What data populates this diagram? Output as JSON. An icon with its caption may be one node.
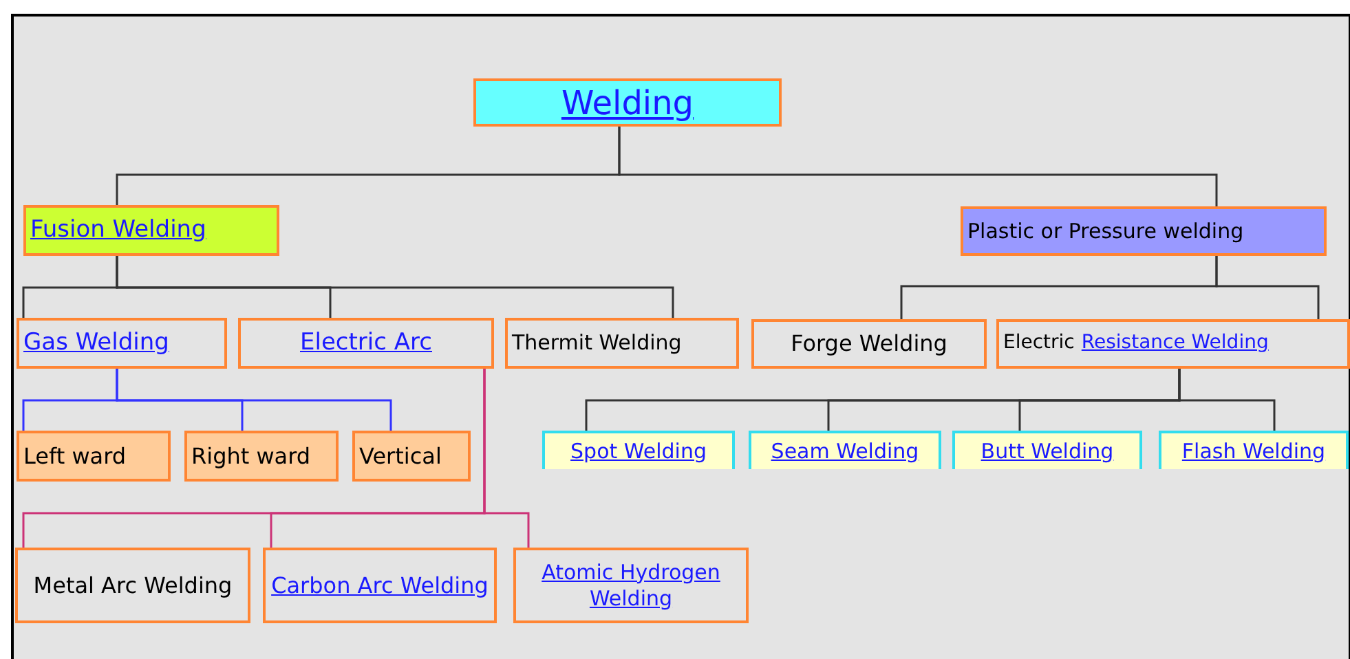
{
  "diagram": {
    "nodes": [
      {
        "text": [
          "Welding"
        ]
      },
      {
        "text": [
          "Fusion Welding"
        ]
      },
      {
        "text": [
          "Plastic or Pressure welding"
        ]
      },
      {
        "text": [
          "Gas Welding"
        ]
      },
      {
        "text": [
          "Electric Arc"
        ]
      },
      {
        "text": [
          "Thermit Welding"
        ]
      },
      {
        "text": [
          "Forge Welding"
        ]
      },
      {
        "text": [
          "Electric",
          "Resistance Welding"
        ]
      },
      {
        "text": [
          "Left ward"
        ]
      },
      {
        "text": [
          "Right ward"
        ]
      },
      {
        "text": [
          "Vertical"
        ]
      },
      {
        "text": [
          "Spot Welding"
        ]
      },
      {
        "text": [
          "Seam Welding"
        ]
      },
      {
        "text": [
          "Butt Welding"
        ]
      },
      {
        "text": [
          "Flash Welding"
        ]
      },
      {
        "text": [
          "Metal Arc Welding"
        ]
      },
      {
        "text": [
          "Carbon Arc Welding"
        ]
      },
      {
        "text": [
          "Atomic Hydrogen Welding"
        ]
      }
    ],
    "edges": [
      {
        "from": 0,
        "to": 1,
        "arrow": "none"
      },
      {
        "from": 0,
        "to": 2,
        "arrow": "none"
      },
      {
        "from": 1,
        "to": 3,
        "arrow": "none"
      },
      {
        "from": 1,
        "to": 4,
        "arrow": "none"
      },
      {
        "from": 1,
        "to": 5,
        "arrow": "none"
      },
      {
        "from": 2,
        "to": 6,
        "arrow": "none"
      },
      {
        "from": 2,
        "to": 7,
        "arrow": "none"
      },
      {
        "from": 3,
        "to": 8,
        "arrow": "none",
        "color": "#3333ff"
      },
      {
        "from": 3,
        "to": 9,
        "arrow": "none",
        "color": "#3333ff"
      },
      {
        "from": 3,
        "to": 10,
        "arrow": "none",
        "color": "#3333ff"
      },
      {
        "from": 7,
        "to": 11,
        "arrow": "none"
      },
      {
        "from": 7,
        "to": 12,
        "arrow": "none"
      },
      {
        "from": 7,
        "to": 13,
        "arrow": "none"
      },
      {
        "from": 7,
        "to": 14,
        "arrow": "none"
      },
      {
        "from": 4,
        "to": 15,
        "arrow": "none",
        "color": "#cc3377"
      },
      {
        "from": 4,
        "to": 16,
        "arrow": "none",
        "color": "#cc3377"
      },
      {
        "from": 4,
        "to": 17,
        "arrow": "none",
        "color": "#cc3377"
      }
    ]
  }
}
